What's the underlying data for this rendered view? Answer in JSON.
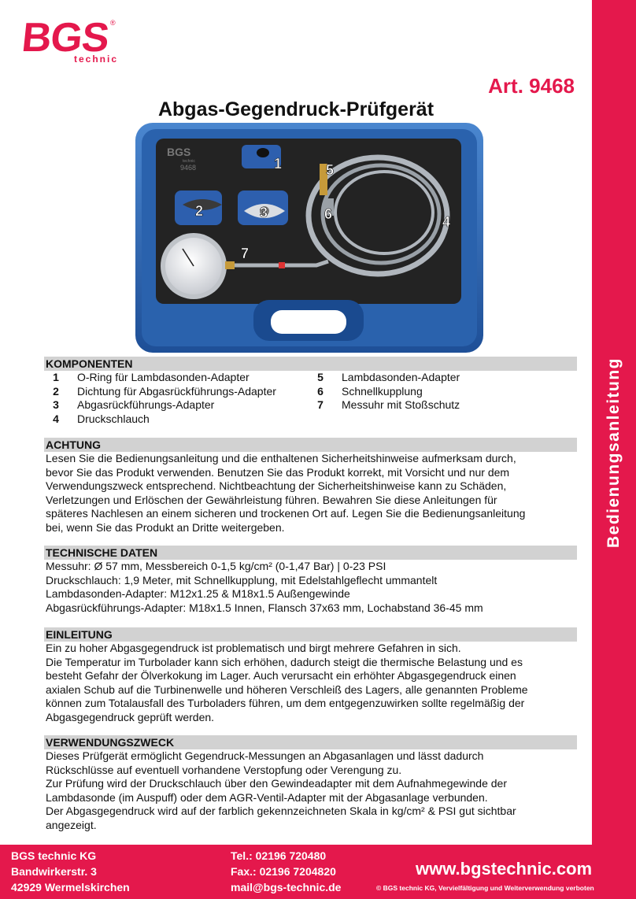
{
  "brand": {
    "logo": "BGS",
    "sub": "technic",
    "reg": "®"
  },
  "sidebar_label": "Bedienungsanleitung",
  "art_no": "Art. 9468",
  "title": "Abgas-Gegendruck-Prüfgerät",
  "photo": {
    "lid_brand": "BGS",
    "lid_sub": "technic",
    "lid_art": "9468",
    "callouts": [
      "1",
      "2",
      "3",
      "4",
      "5",
      "6",
      "7"
    ]
  },
  "komponenten": {
    "heading": "KOMPONENTEN",
    "items": [
      {
        "n": "1",
        "t": "O-Ring für Lambdasonden-Adapter"
      },
      {
        "n": "2",
        "t": "Dichtung für Abgasrückführungs-Adapter"
      },
      {
        "n": "3",
        "t": "Abgasrückführungs-Adapter"
      },
      {
        "n": "4",
        "t": "Druckschlauch"
      },
      {
        "n": "5",
        "t": "Lambdasonden-Adapter"
      },
      {
        "n": "6",
        "t": "Schnellkupplung"
      },
      {
        "n": "7",
        "t": "Messuhr mit Stoßschutz"
      }
    ]
  },
  "achtung": {
    "heading": "ACHTUNG",
    "lines": [
      "Lesen Sie die Bedienungsanleitung und die enthaltenen Sicherheitshinweise aufmerksam durch,",
      "bevor Sie das Produkt verwenden. Benutzen Sie das Produkt korrekt, mit Vorsicht und nur dem",
      "Verwendungszweck entsprechend. Nichtbeachtung der Sicherheitshinweise kann zu Schäden,",
      "Verletzungen und Erlöschen der Gewährleistung führen. Bewahren Sie diese Anleitungen für",
      "späteres Nachlesen an einem sicheren und trockenen Ort auf. Legen Sie die Bedienungsanleitung",
      "bei, wenn Sie das Produkt an Dritte weitergeben."
    ]
  },
  "technische": {
    "heading": "TECHNISCHE DATEN",
    "lines": [
      "Messuhr: Ø 57 mm, Messbereich 0-1,5 kg/cm² (0-1,47 Bar) | 0-23 PSI",
      "Druckschlauch: 1,9 Meter, mit Schnellkupplung, mit Edelstahlgeflecht ummantelt",
      "Lambdasonden-Adapter: M12x1.25 & M18x1.5 Außengewinde",
      "Abgasrückführungs-Adapter: M18x1.5 Innen, Flansch 37x63 mm, Lochabstand 36-45 mm"
    ]
  },
  "einleitung": {
    "heading": "EINLEITUNG",
    "lines": [
      "Ein zu hoher Abgasgegendruck ist problematisch und birgt mehrere Gefahren in sich.",
      "Die Temperatur im Turbolader kann sich erhöhen, dadurch steigt die thermische Belastung und es",
      "besteht Gefahr der Ölverkokung im Lager. Auch verursacht ein erhöhter Abgasgegendruck einen",
      "axialen Schub auf die Turbinenwelle und höheren Verschleiß des Lagers, alle genannten Probleme",
      "können zum Totalausfall des Turboladers führen, um dem entgegenzuwirken sollte regelmäßig der",
      "Abgasgegendruck geprüft werden."
    ]
  },
  "verwendung": {
    "heading": "VERWENDUNGSZWECK",
    "lines": [
      "Dieses Prüfgerät ermöglicht Gegendruck-Messungen an Abgasanlagen und lässt dadurch",
      "Rückschlüsse auf eventuell vorhandene Verstopfung oder Verengung zu.",
      "Zur Prüfung wird der Druckschlauch über den Gewindeadapter mit dem Aufnahmegewinde der",
      "Lambdasonde (im Auspuff) oder dem AGR-Ventil-Adapter mit der Abgasanlage verbunden.",
      "Der Abgasgegendruck wird auf der farblich gekennzeichneten Skala in kg/cm² & PSI gut sichtbar",
      "angezeigt."
    ]
  },
  "footer": {
    "company": "BGS technic KG",
    "street": "Bandwirkerstr. 3",
    "city": "42929 Wermelskirchen",
    "tel": "Tel.: 02196 720480",
    "fax": "Fax.: 02196 7204820",
    "mail": "mail@bgs-technic.de",
    "web": "www.bgstechnic.com",
    "copyright": "© BGS technic KG, Vervielfältigung und Weiterverwendung verboten"
  }
}
